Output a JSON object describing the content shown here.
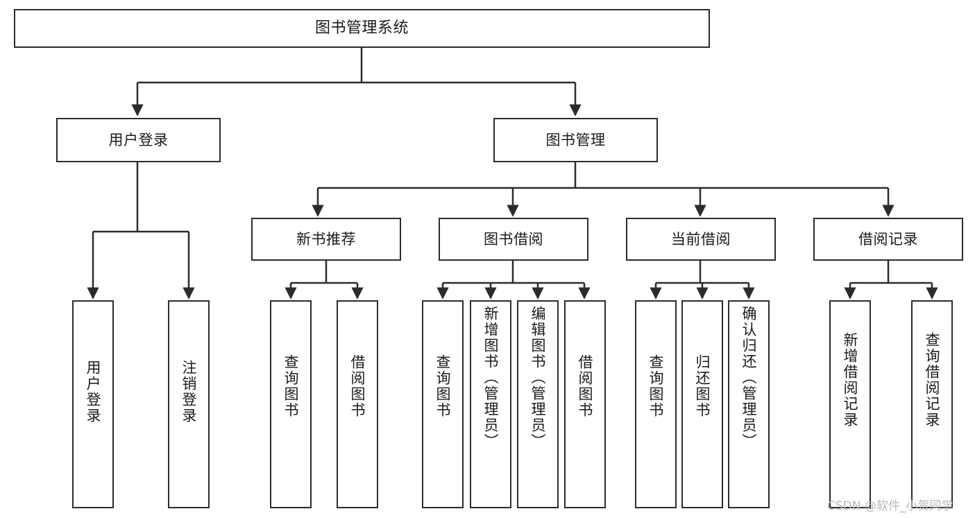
{
  "diagram": {
    "title": "图书管理系统",
    "watermark": "CSDN @软件_小贺同学",
    "line_color": "#2b2b2b",
    "box_fill": "#ffffff",
    "text_color": "#1a1a1a",
    "nodes": {
      "root": {
        "label": "图书管理系统"
      },
      "level2": [
        {
          "id": "user-login",
          "label": "用户登录"
        },
        {
          "id": "book-manage",
          "label": "图书管理"
        }
      ],
      "level3": [
        {
          "id": "new-book-recommend",
          "label": "新书推荐"
        },
        {
          "id": "book-borrow",
          "label": "图书借阅"
        },
        {
          "id": "current-borrow",
          "label": "当前借阅"
        },
        {
          "id": "borrow-record",
          "label": "借阅记录"
        }
      ],
      "leaves": {
        "user-login": [
          {
            "id": "leaf-user-login",
            "label": "用户登录"
          },
          {
            "id": "leaf-logout",
            "label": "注销登录"
          }
        ],
        "new-book-recommend": [
          {
            "id": "leaf-query-book-1",
            "label": "查询图书"
          },
          {
            "id": "leaf-borrow-book-1",
            "label": "借阅图书"
          }
        ],
        "book-borrow": [
          {
            "id": "leaf-query-book-2",
            "label": "查询图书"
          },
          {
            "id": "leaf-add-book",
            "label": "新增图书（管理员）"
          },
          {
            "id": "leaf-edit-book",
            "label": "编辑图书（管理员）"
          },
          {
            "id": "leaf-borrow-book-2",
            "label": "借阅图书"
          }
        ],
        "current-borrow": [
          {
            "id": "leaf-query-book-3",
            "label": "查询图书"
          },
          {
            "id": "leaf-return-book",
            "label": "归还图书"
          },
          {
            "id": "leaf-confirm-return",
            "label": "确认归还（管理员）"
          }
        ],
        "borrow-record": [
          {
            "id": "leaf-add-record",
            "label": "新增借阅记录"
          },
          {
            "id": "leaf-query-record",
            "label": "查询借阅记录"
          }
        ]
      }
    }
  }
}
